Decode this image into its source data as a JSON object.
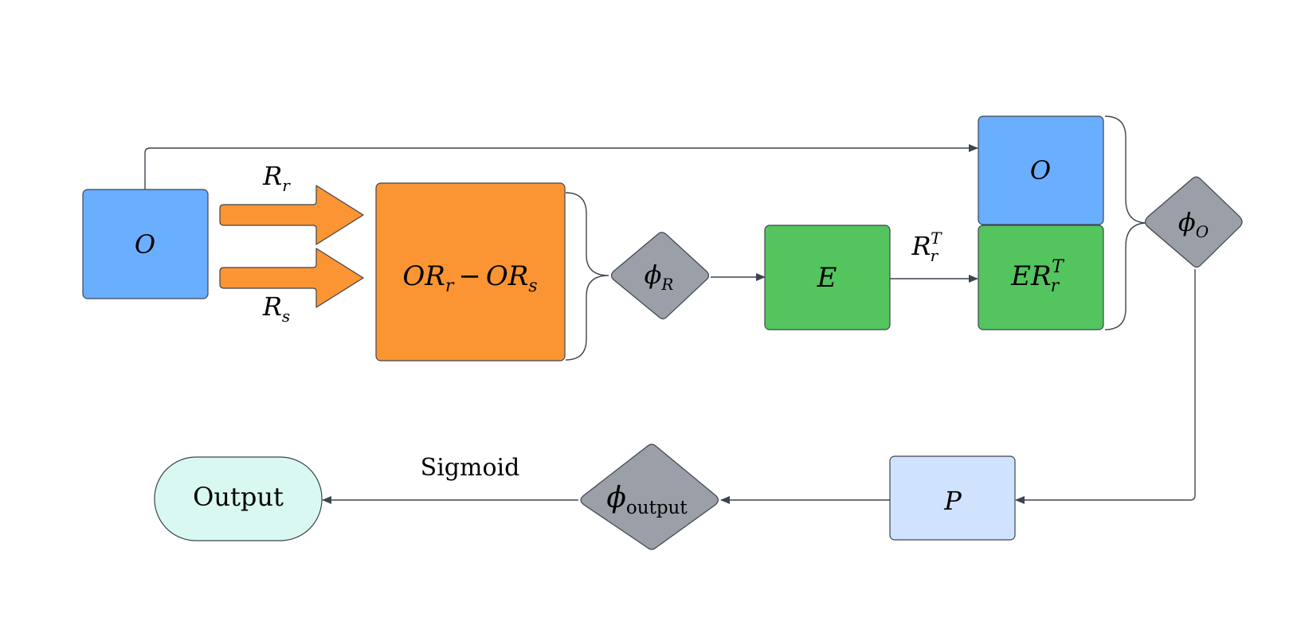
{
  "nodes": {
    "o_left": {
      "label": "O",
      "color": "#6aaeff"
    },
    "diff": {
      "label_a": "OR",
      "sub_a": "r",
      "minus": "−",
      "label_b": "OR",
      "sub_b": "s",
      "color": "#fb9533"
    },
    "phi_r": {
      "label": "ϕ",
      "sub": "R",
      "color": "#9a9fa8"
    },
    "e": {
      "label": "E",
      "color": "#54c45e"
    },
    "o_right": {
      "label": "O",
      "color": "#6aaeff"
    },
    "ert": {
      "label": "ER",
      "sub": "r",
      "sup": "T",
      "color": "#54c45e"
    },
    "phi_o": {
      "label": "ϕ",
      "sub": "O",
      "color": "#9a9fa8"
    },
    "p": {
      "label": "P",
      "color": "#cfe3ff"
    },
    "phi_out": {
      "label": "ϕ",
      "sub": "output",
      "color": "#9a9fa8"
    },
    "output": {
      "label": "Output",
      "color": "#d8f8f1"
    }
  },
  "edges": {
    "rr": {
      "label": "R",
      "sub": "r"
    },
    "rs": {
      "label": "R",
      "sub": "s"
    },
    "rrt": {
      "label": "R",
      "sub": "r",
      "sup": "T"
    },
    "sigmoid": {
      "label": "Sigmoid"
    }
  },
  "colors": {
    "stroke": "#3d4450",
    "arrow": "#3d4450"
  }
}
